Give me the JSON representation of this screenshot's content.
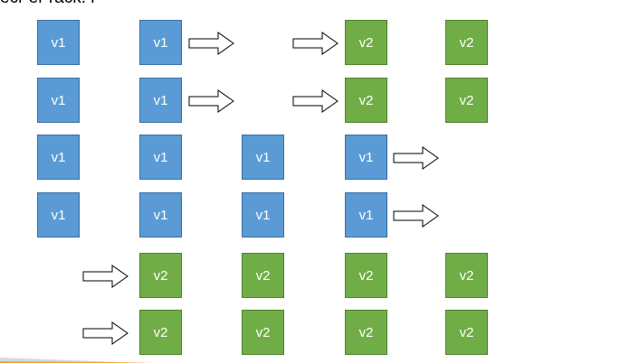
{
  "header": {
    "partial_text": "ecr er rack. r"
  },
  "colors": {
    "v1_fill": "#5b9bd5",
    "v1_border": "#3b6fa3",
    "v2_fill": "#70ad47",
    "v2_border": "#4e7f2f",
    "arrow_stroke": "#000000",
    "footer_accent": "#f4a640"
  },
  "rows": [
    {
      "name": "row-1",
      "cells": [
        "v1",
        "v1",
        "arrow",
        "arrow",
        "v2",
        "v2"
      ]
    },
    {
      "name": "row-2",
      "cells": [
        "v1",
        "v1",
        "arrow",
        "arrow",
        "v2",
        "v2"
      ]
    },
    {
      "name": "row-3",
      "cells": [
        "v1",
        "v1",
        "v1",
        "v1",
        "arrow"
      ]
    },
    {
      "name": "row-4",
      "cells": [
        "v1",
        "v1",
        "v1",
        "v1",
        "arrow"
      ]
    },
    {
      "name": "row-5",
      "cells": [
        "arrow",
        "v2",
        "v2",
        "v2",
        "v2"
      ]
    },
    {
      "name": "row-6",
      "cells": [
        "arrow",
        "v2",
        "v2",
        "v2",
        "v2"
      ]
    }
  ]
}
